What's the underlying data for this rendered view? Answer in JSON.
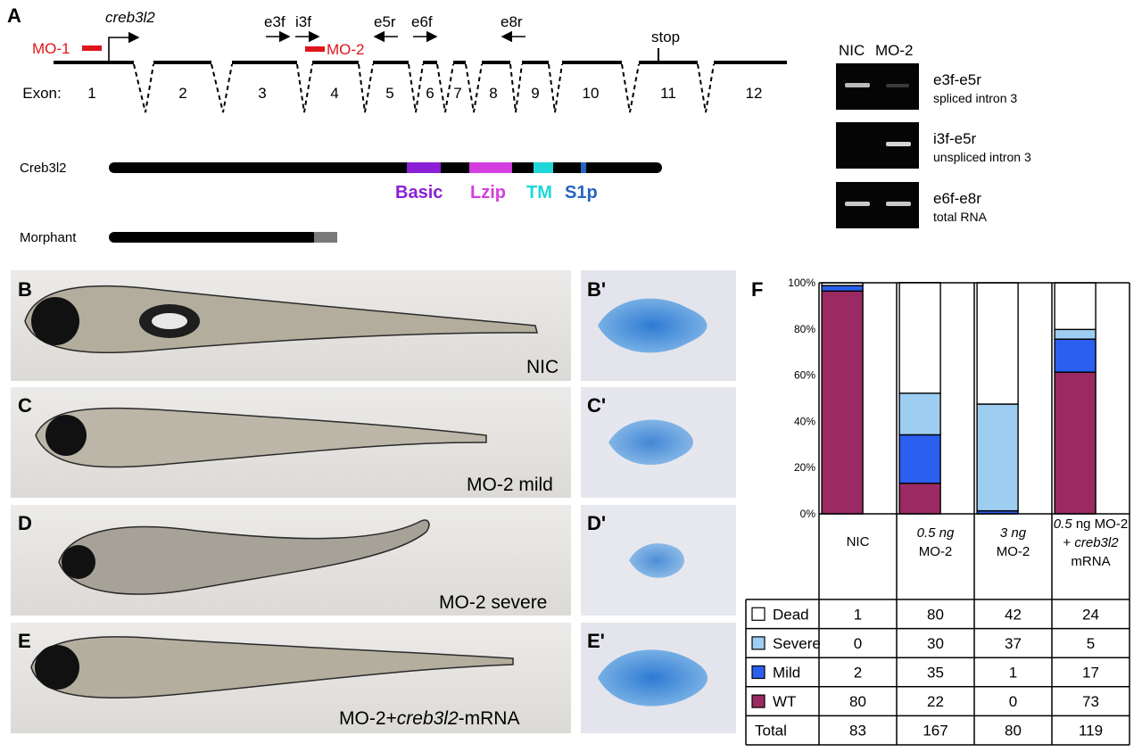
{
  "panel_a": {
    "label": "A",
    "gene_label": "creb3l2",
    "mo1_label": "MO-1",
    "mo2_label": "MO-2",
    "primers": [
      "e3f",
      "i3f",
      "e5r",
      "e6f",
      "e8r"
    ],
    "stop_label": "stop",
    "exon_heading": "Exon:",
    "exons": [
      "1",
      "2",
      "3",
      "4",
      "5",
      "6",
      "7",
      "8",
      "9",
      "10",
      "11",
      "12"
    ],
    "protein_label": "Creb3l2",
    "domains": [
      "Basic",
      "Lzip",
      "TM",
      "S1p"
    ],
    "morphant_label": "Morphant",
    "colors": {
      "mo": "#e0141b",
      "basic": "#8b1fd6",
      "lzip": "#d43ee0",
      "tm": "#1fd7d8",
      "s1p": "#2466c4",
      "morphant_tail": "#7a7a7a"
    }
  },
  "gel": {
    "lanes": [
      "NIC",
      "MO-2"
    ],
    "rows": [
      {
        "primer": "e3f-e5r",
        "note": "spliced intron 3"
      },
      {
        "primer": "i3f-e5r",
        "note": "unspliced intron 3"
      },
      {
        "primer": "e6f-e8r",
        "note": "total RNA"
      }
    ]
  },
  "fish_panels": [
    {
      "label": "B",
      "caption": "NIC",
      "inset_label": "B'"
    },
    {
      "label": "C",
      "caption": "MO-2 mild",
      "inset_label": "C'"
    },
    {
      "label": "D",
      "caption": "MO-2 severe",
      "inset_label": "D'"
    },
    {
      "label": "E",
      "caption_pre": "MO-2+",
      "caption_gene": "creb3l2",
      "caption_post": "-mRNA",
      "inset_label": "E'"
    }
  ],
  "panel_f": {
    "label": "F",
    "chart_data": {
      "type": "bar",
      "stacked": true,
      "ylim": [
        0,
        100
      ],
      "y_ticks": [
        "0%",
        "20%",
        "40%",
        "60%",
        "80%",
        "100%"
      ],
      "categories": [
        {
          "lines": [
            "NIC"
          ]
        },
        {
          "lines": [
            "0.5 ng",
            "MO-2"
          ],
          "italic_first": true
        },
        {
          "lines": [
            "3 ng",
            "MO-2"
          ],
          "italic_first": true
        },
        {
          "lines": [
            "0.5 ng MO-2",
            "+ creb3l2",
            "mRNA"
          ],
          "rich": true
        }
      ],
      "series": [
        {
          "name": "WT",
          "color": "#9b2a62",
          "percent": [
            96.4,
            13.2,
            0,
            61.3
          ],
          "counts": [
            "80",
            "22",
            "0",
            "73"
          ]
        },
        {
          "name": "Mild",
          "color": "#2a5ff0",
          "percent": [
            2.4,
            21.0,
            1.3,
            14.3
          ],
          "counts": [
            "2",
            "35",
            "1",
            "17"
          ]
        },
        {
          "name": "Severe",
          "color": "#9ecdf2",
          "percent": [
            0,
            18.0,
            46.2,
            4.2
          ],
          "counts": [
            "0",
            "30",
            "37",
            "5"
          ]
        },
        {
          "name": "Dead",
          "color": "#ffffff",
          "percent": [
            1.2,
            47.9,
            52.5,
            20.2
          ],
          "counts": [
            "1",
            "80",
            "42",
            "24"
          ]
        }
      ],
      "total_label": "Total",
      "totals": [
        "83",
        "167",
        "80",
        "119"
      ]
    }
  }
}
